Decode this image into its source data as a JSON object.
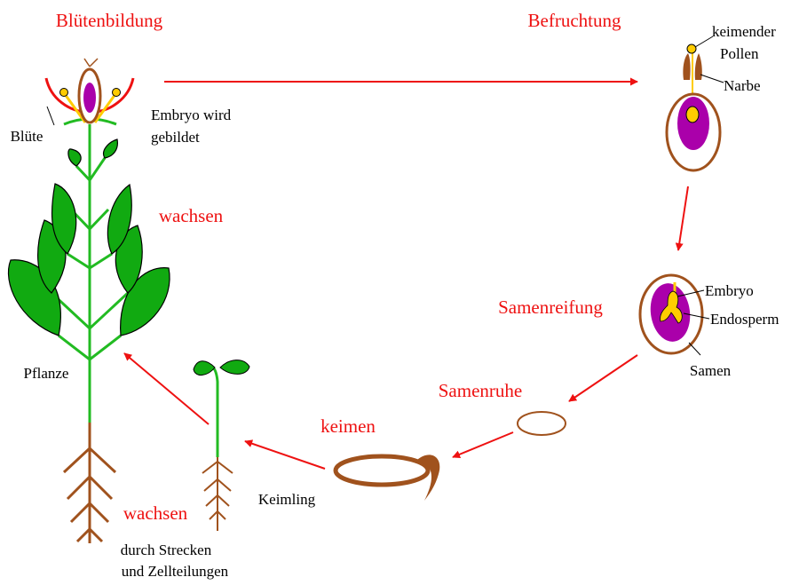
{
  "colors": {
    "red": "#ee1111",
    "stem_green": "#22bb22",
    "leaf_green": "#11aa11",
    "root_brown": "#a0521d",
    "purple": "#aa00aa",
    "yellow": "#ffcc00"
  },
  "labels": {
    "bluetenbildung": "Blütenbildung",
    "befruchtung": "Befruchtung",
    "wachsen_top": "wachsen",
    "samenreifung": "Samenreifung",
    "samenruhe": "Samenruhe",
    "keimen": "keimen",
    "wachsen_bottom": "wachsen",
    "bluete": "Blüte",
    "embryo_wird_1": "Embryo wird",
    "embryo_wird_2": "gebildet",
    "keimender": "keimender",
    "pollen": "Pollen",
    "narbe": "Narbe",
    "embryo": "Embryo",
    "endosperm": "Endosperm",
    "samen": "Samen",
    "pflanze": "Pflanze",
    "keimling": "Keimling",
    "durch_strecken": "durch Strecken",
    "und_zellteilungen": "und Zellteilungen"
  }
}
